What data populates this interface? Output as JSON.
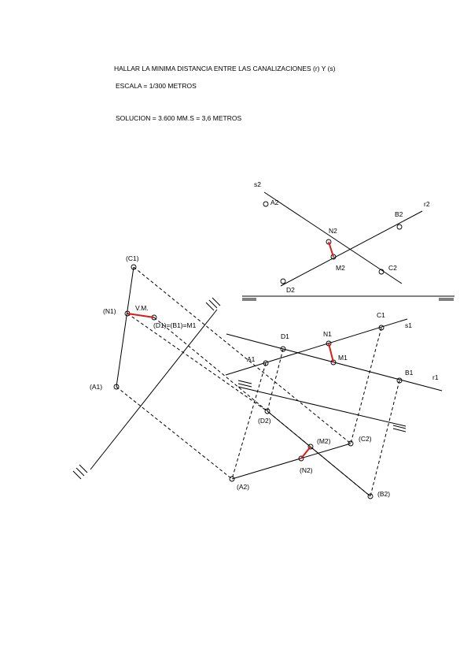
{
  "header": {
    "title": "HALLAR LA MINIMA DISTANCIA ENTRE LAS CANALIZACIONES (r) Y (s)",
    "scale": "ESCALA = 1/300 METROS",
    "solution": "SOLUCION = 3.600 MM.S = 3,6 METROS"
  },
  "labels": {
    "s2": "s2",
    "r2": "r2",
    "a2": "A2",
    "b2": "B2",
    "c2": "C2",
    "d2": "D2",
    "n2": "N2",
    "m2": "M2",
    "c1p": "(C1)",
    "n1p": "(N1)",
    "vm": "V.M.",
    "d1b1m1": "(D1)=(B1)=M1",
    "a1p": "(A1)",
    "c1": "C1",
    "s1": "s1",
    "d1": "D1",
    "n1": "N1",
    "a1": "A1",
    "m1": "M1",
    "b1": "B1",
    "r1": "r1",
    "d2p": "(D2)",
    "m2p": "(M2)",
    "c2p": "(C2)",
    "n2p": "(N2)",
    "a2p": "(A2)",
    "b2p": "(B2)"
  },
  "colors": {
    "line": "#000000",
    "highlight": "#d81b1b"
  }
}
